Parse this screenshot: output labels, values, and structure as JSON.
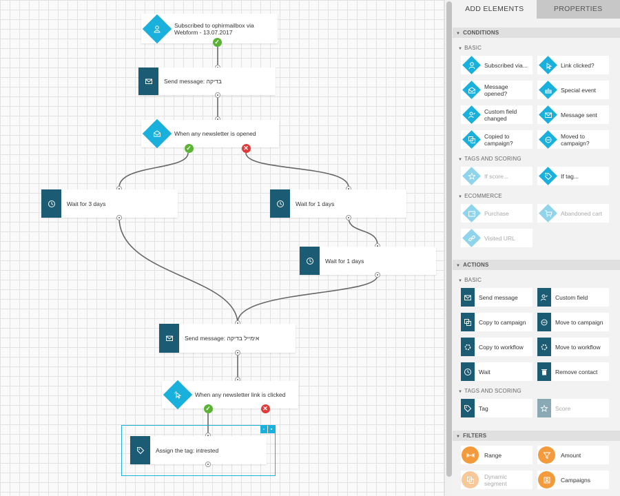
{
  "canvas": {
    "nodes": {
      "subscribed": "Subscribed to ophirmailbox via Webform - 13.07.2017",
      "send1": "Send message: בדיקה",
      "newsletter_opened": "When any newsletter is opened",
      "wait3": "Wait for 3 days",
      "wait1a": "Wait for 1 days",
      "wait1b": "Wait for 1 days",
      "send2": "Send message: אימייל בדיקה",
      "link_clicked": "When any newsletter link is clicked",
      "assign_tag": "Assign the tag: intrested"
    },
    "yes_mark": "✓",
    "no_mark": "✕"
  },
  "panel": {
    "tabs": {
      "add": "ADD ELEMENTS",
      "properties": "PROPERTIES"
    },
    "conditions": {
      "title": "CONDITIONS",
      "basic_title": "BASIC",
      "basic": [
        "Subscribed via...",
        "Link clicked?",
        "Message opened?",
        "Special event",
        "Custom field changed",
        "Message sent",
        "Copied to campaign?",
        "Moved to campaign?"
      ],
      "tags_title": "TAGS AND SCORING",
      "tags": [
        "If score...",
        "If tag..."
      ],
      "ecom_title": "ECOMMERCE",
      "ecom": [
        "Purchase",
        "Abandoned cart",
        "Visited URL"
      ]
    },
    "actions": {
      "title": "ACTIONS",
      "basic_title": "BASIC",
      "basic": [
        "Send message",
        "Custom field",
        "Copy to campaign",
        "Move to campaign",
        "Copy to workflow",
        "Move to workflow",
        "Wait",
        "Remove contact"
      ],
      "tags_title": "TAGS AND SCORING",
      "tags": [
        "Tag",
        "Score"
      ]
    },
    "filters": {
      "title": "FILTERS",
      "items": [
        "Range",
        "Amount",
        "Dynamic segment",
        "Campaigns"
      ]
    }
  },
  "colors": {
    "condition": "#1ab0dc",
    "action": "#1c5b74",
    "filter": "#f39a3d",
    "yes": "#5ab333",
    "no": "#e03b3b"
  }
}
